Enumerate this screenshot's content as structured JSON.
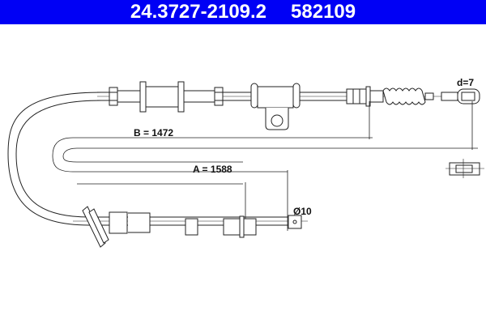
{
  "header": {
    "part_number": "24.3727-2109.2",
    "ref_number": "582109",
    "background": "#0000f5"
  },
  "dimensions": {
    "B_label": "B = 1472",
    "A_label": "A = 1588",
    "d_label": "d=7",
    "dia_label": "Ø10"
  },
  "colors": {
    "line": "#222222",
    "background": "#ffffff"
  }
}
